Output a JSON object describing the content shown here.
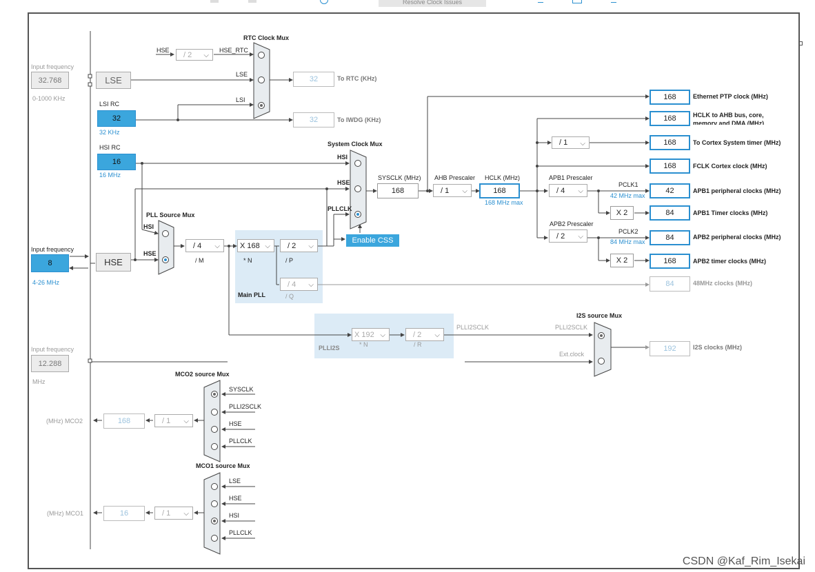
{
  "colors": {
    "accent": "#3ba6dd",
    "frame": "#555555",
    "panel": "#d6e7f5"
  },
  "watermark": "CSDN @Kaf_Rim_Isekai",
  "top_toolbar": {
    "tab_label": "Resolve Clock Issues"
  },
  "inputs": {
    "lse": {
      "heading": "Input frequency",
      "value": "32.768",
      "range": "0-1000 KHz",
      "block": "LSE"
    },
    "lsi": {
      "heading": "LSI RC",
      "value": "32",
      "unit": "32 KHz"
    },
    "hsi": {
      "heading": "HSI RC",
      "value": "16",
      "unit": "16 MHz"
    },
    "hse": {
      "heading": "Input frequency",
      "value": "8",
      "range": "4-26 MHz",
      "block": "HSE"
    },
    "i2s_ext": {
      "heading": "Input frequency",
      "value": "12.288",
      "unit": "MHz"
    }
  },
  "rtc": {
    "title": "RTC Clock Mux",
    "hse_label": "HSE",
    "hse_div": "/ 2",
    "hse_rtc": "HSE_RTC",
    "lse": "LSE",
    "lsi": "LSI",
    "rtc_value": "32",
    "rtc_label": "To RTC (KHz)",
    "iwdg_value": "32",
    "iwdg_label": "To IWDG (KHz)"
  },
  "sysmux": {
    "title": "System Clock Mux",
    "hsi": "HSI",
    "hse": "HSE",
    "pllclk": "PLLCLK",
    "enable_css": "Enable CSS"
  },
  "sysclk": {
    "label": "SYSCLK (MHz)",
    "value": "168"
  },
  "ahb": {
    "label": "AHB Prescaler",
    "value": "/ 1"
  },
  "hclk": {
    "label": "HCLK (MHz)",
    "value": "168",
    "max": "168 MHz max"
  },
  "pll": {
    "src_title": "PLL Source Mux",
    "hsi": "HSI",
    "hse": "HSE",
    "m": "/ 4",
    "m_label": "/ M",
    "n": "X 168",
    "n_label": "* N",
    "p": "/ 2",
    "p_label": "/ P",
    "q": "/ 4",
    "q_label": "/ Q",
    "title": "Main PLL"
  },
  "apb1": {
    "label": "APB1 Prescaler",
    "value": "/ 4",
    "pclk": "PCLK1",
    "max": "42 MHz max",
    "x2": "X 2"
  },
  "apb2": {
    "label": "APB2 Prescaler",
    "value": "/ 2",
    "pclk": "PCLK2",
    "max": "84 MHz max",
    "x2": "X 2"
  },
  "cortex_div": "/ 1",
  "outputs": [
    {
      "value": "168",
      "label": "Ethernet PTP clock (MHz)"
    },
    {
      "value": "168",
      "label": "HCLK to AHB bus, core, memory and DMA (MHz)"
    },
    {
      "value": "168",
      "label": "To Cortex System timer (MHz)"
    },
    {
      "value": "168",
      "label": "FCLK Cortex clock (MHz)"
    },
    {
      "value": "42",
      "label": "APB1 peripheral clocks (MHz)"
    },
    {
      "value": "84",
      "label": "APB1 Timer clocks (MHz)"
    },
    {
      "value": "84",
      "label": "APB2 peripheral clocks (MHz)"
    },
    {
      "value": "168",
      "label": "APB2 timer clocks (MHz)"
    },
    {
      "value": "84",
      "label": "48MHz clocks (MHz)"
    }
  ],
  "plli2s": {
    "title": "PLLI2S",
    "n": "X 192",
    "n_label": "* N",
    "r": "/ 2",
    "r_label": "/ R",
    "out": "PLLI2SCLK"
  },
  "i2s": {
    "title": "I2S source Mux",
    "plli2sclk": "PLLI2SCLK",
    "ext": "Ext.clock",
    "value": "192",
    "label": "I2S clocks (MHz)"
  },
  "mco2": {
    "title": "MCO2 source Mux",
    "sysclk": "SYSCLK",
    "plli2sclk": "PLLI2SCLK",
    "hse": "HSE",
    "pllclk": "PLLCLK",
    "div": "/ 1",
    "value": "168",
    "label": "(MHz) MCO2"
  },
  "mco1": {
    "title": "MCO1 source Mux",
    "lse": "LSE",
    "hse": "HSE",
    "hsi": "HSI",
    "pllclk": "PLLCLK",
    "div": "/ 1",
    "value": "16",
    "label": "(MHz) MCO1"
  }
}
